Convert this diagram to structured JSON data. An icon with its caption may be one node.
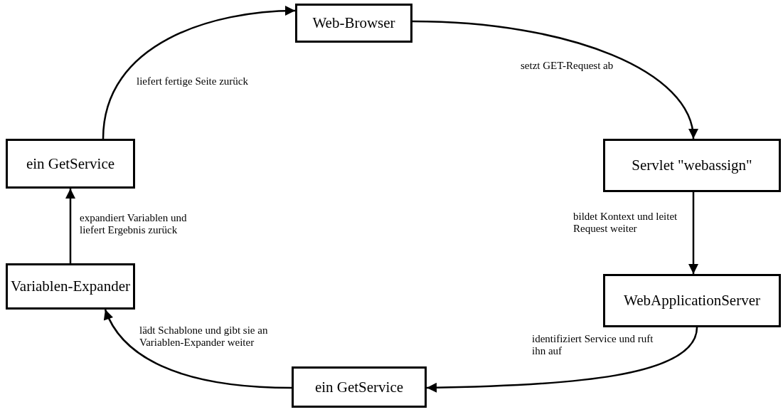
{
  "diagram": {
    "nodes": [
      {
        "text": [
          "Web-Browser"
        ]
      },
      {
        "text": [
          "Servlet \"webassign\""
        ]
      },
      {
        "text": [
          "WebApplicationServer"
        ]
      },
      {
        "text": [
          "ein GetService"
        ]
      },
      {
        "text": [
          "Variablen-Expander"
        ]
      },
      {
        "text": [
          "ein GetService"
        ]
      }
    ],
    "edges": [
      {
        "from": 0,
        "to": 1,
        "arrow": "to",
        "label": "setzt GET-Request ab"
      },
      {
        "from": 1,
        "to": 2,
        "arrow": "to",
        "label": "bildet Kontext und leitet Request weiter"
      },
      {
        "from": 2,
        "to": 3,
        "arrow": "to",
        "label": "identifiziert Service und ruft ihn auf"
      },
      {
        "from": 3,
        "to": 4,
        "arrow": "to",
        "label": "lädt Schablone und gibt sie an Variablen-Expander weiter"
      },
      {
        "from": 4,
        "to": 5,
        "arrow": "to",
        "label": "expandiert Variablen und liefert Ergebnis zurück"
      },
      {
        "from": 5,
        "to": 0,
        "arrow": "to",
        "label": "liefert fertige Seite zurück"
      }
    ]
  }
}
